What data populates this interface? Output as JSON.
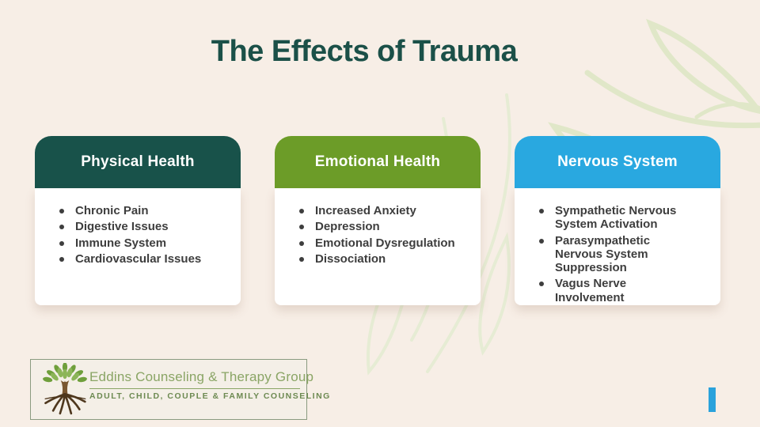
{
  "page": {
    "background_color": "#f7eee6"
  },
  "title": {
    "text": "The Effects of Trauma",
    "color": "#1b5048"
  },
  "cards": [
    {
      "header": "Physical Health",
      "header_color": "#18524a",
      "items": [
        "Chronic Pain",
        "Digestive Issues",
        "Immune System",
        "Cardiovascular Issues"
      ]
    },
    {
      "header": "Emotional Health",
      "header_color": "#6c9c28",
      "items": [
        "Increased Anxiety",
        "Depression",
        "Emotional Dysregulation",
        "Dissociation"
      ]
    },
    {
      "header": "Nervous System",
      "header_color": "#29a8e0",
      "items": [
        "Sympathetic Nervous System Activation",
        "Parasympathetic Nervous System Suppression",
        "Vagus Nerve Involvement"
      ]
    }
  ],
  "logo": {
    "name": "Eddins Counseling & Therapy Group",
    "tagline": "ADULT, CHILD, COUPLE & FAMILY COUNSELING",
    "name_color": "#8aa565",
    "tagline_color": "#6d8a52",
    "icon": "tree-with-roots-icon"
  },
  "marker": {
    "color": "#2aa2dc"
  },
  "decor": {
    "leaf_outline_color": "#e0e7c8",
    "icon": "leaf-outline-decoration"
  }
}
